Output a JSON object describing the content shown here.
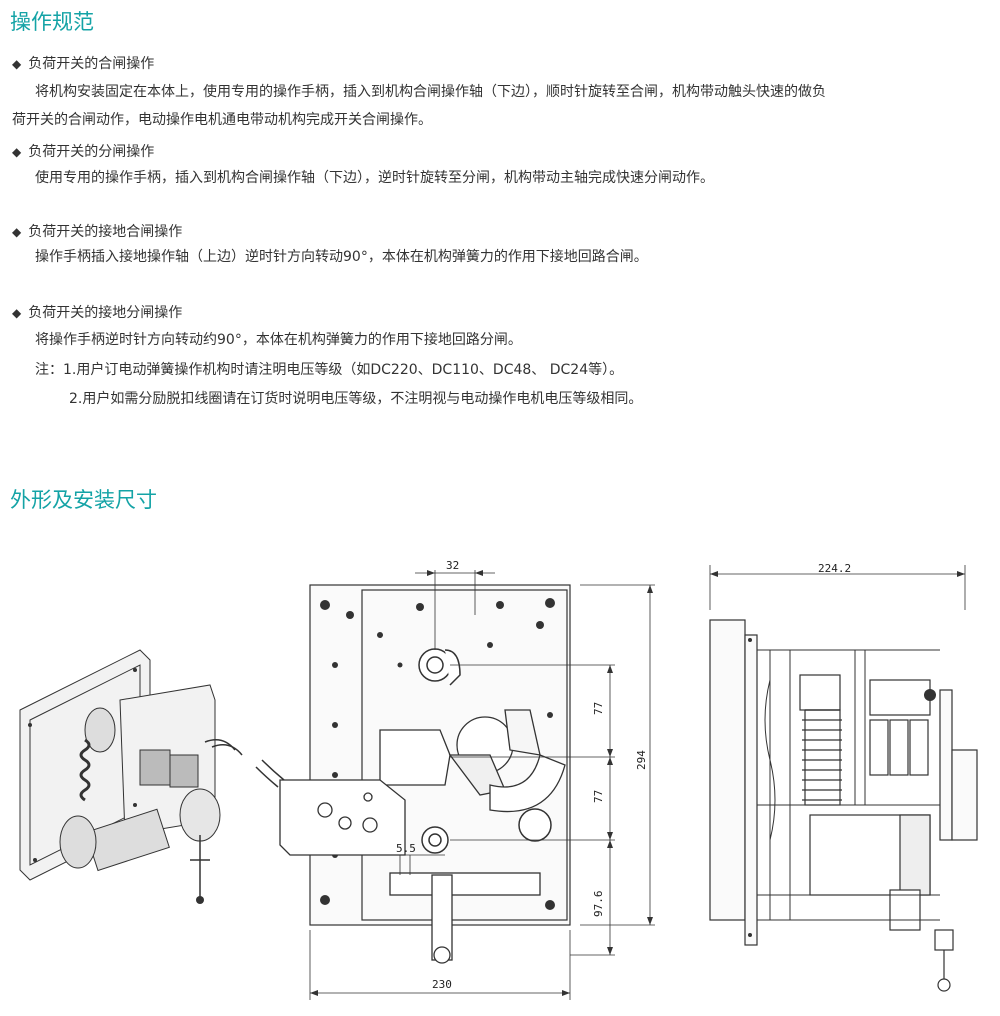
{
  "section1": {
    "title": "操作规范",
    "items": [
      {
        "heading": "负荷开关的合闸操作",
        "lines": [
          "将机构安装固定在本体上，使用专用的操作手柄，插入到机构合闸操作轴（下边），顺时针旋转至合闸，机构带动触头快速的做负",
          "荷开关的合闸动作，电动操作电机通电带动机构完成开关合闸操作。"
        ]
      },
      {
        "heading": "负荷开关的分闸操作",
        "lines": [
          "使用专用的操作手柄，插入到机构合闸操作轴（下边），逆时针旋转至分闸，机构带动主轴完成快速分闸动作。"
        ]
      },
      {
        "heading": "负荷开关的接地合闸操作",
        "lines": [
          "操作手柄插入接地操作轴（上边）逆时针方向转动90°，本体在机构弹簧力的作用下接地回路合闸。"
        ]
      },
      {
        "heading": "负荷开关的接地分闸操作",
        "lines": [
          "将操作手柄逆时针方向转动约90°，本体在机构弹簧力的作用下接地回路分闸。"
        ]
      }
    ],
    "notes": [
      "注：1.用户订电动弹簧操作机构时请注明电压等级（如DC220、DC110、DC48、 DC24等）。",
      "2.用户如需分励脱扣线圈请在订货时说明电压等级，不注明视与电动操作电机电压等级相同。"
    ]
  },
  "section2": {
    "title": "外形及安装尺寸",
    "dimensions": {
      "top_offset": "32",
      "upper_span": "77",
      "middle_span": "77",
      "height_total": "294",
      "small_gap": "5.5",
      "bottom_span": "97.6",
      "width_total": "230",
      "side_depth": "224.2"
    }
  }
}
